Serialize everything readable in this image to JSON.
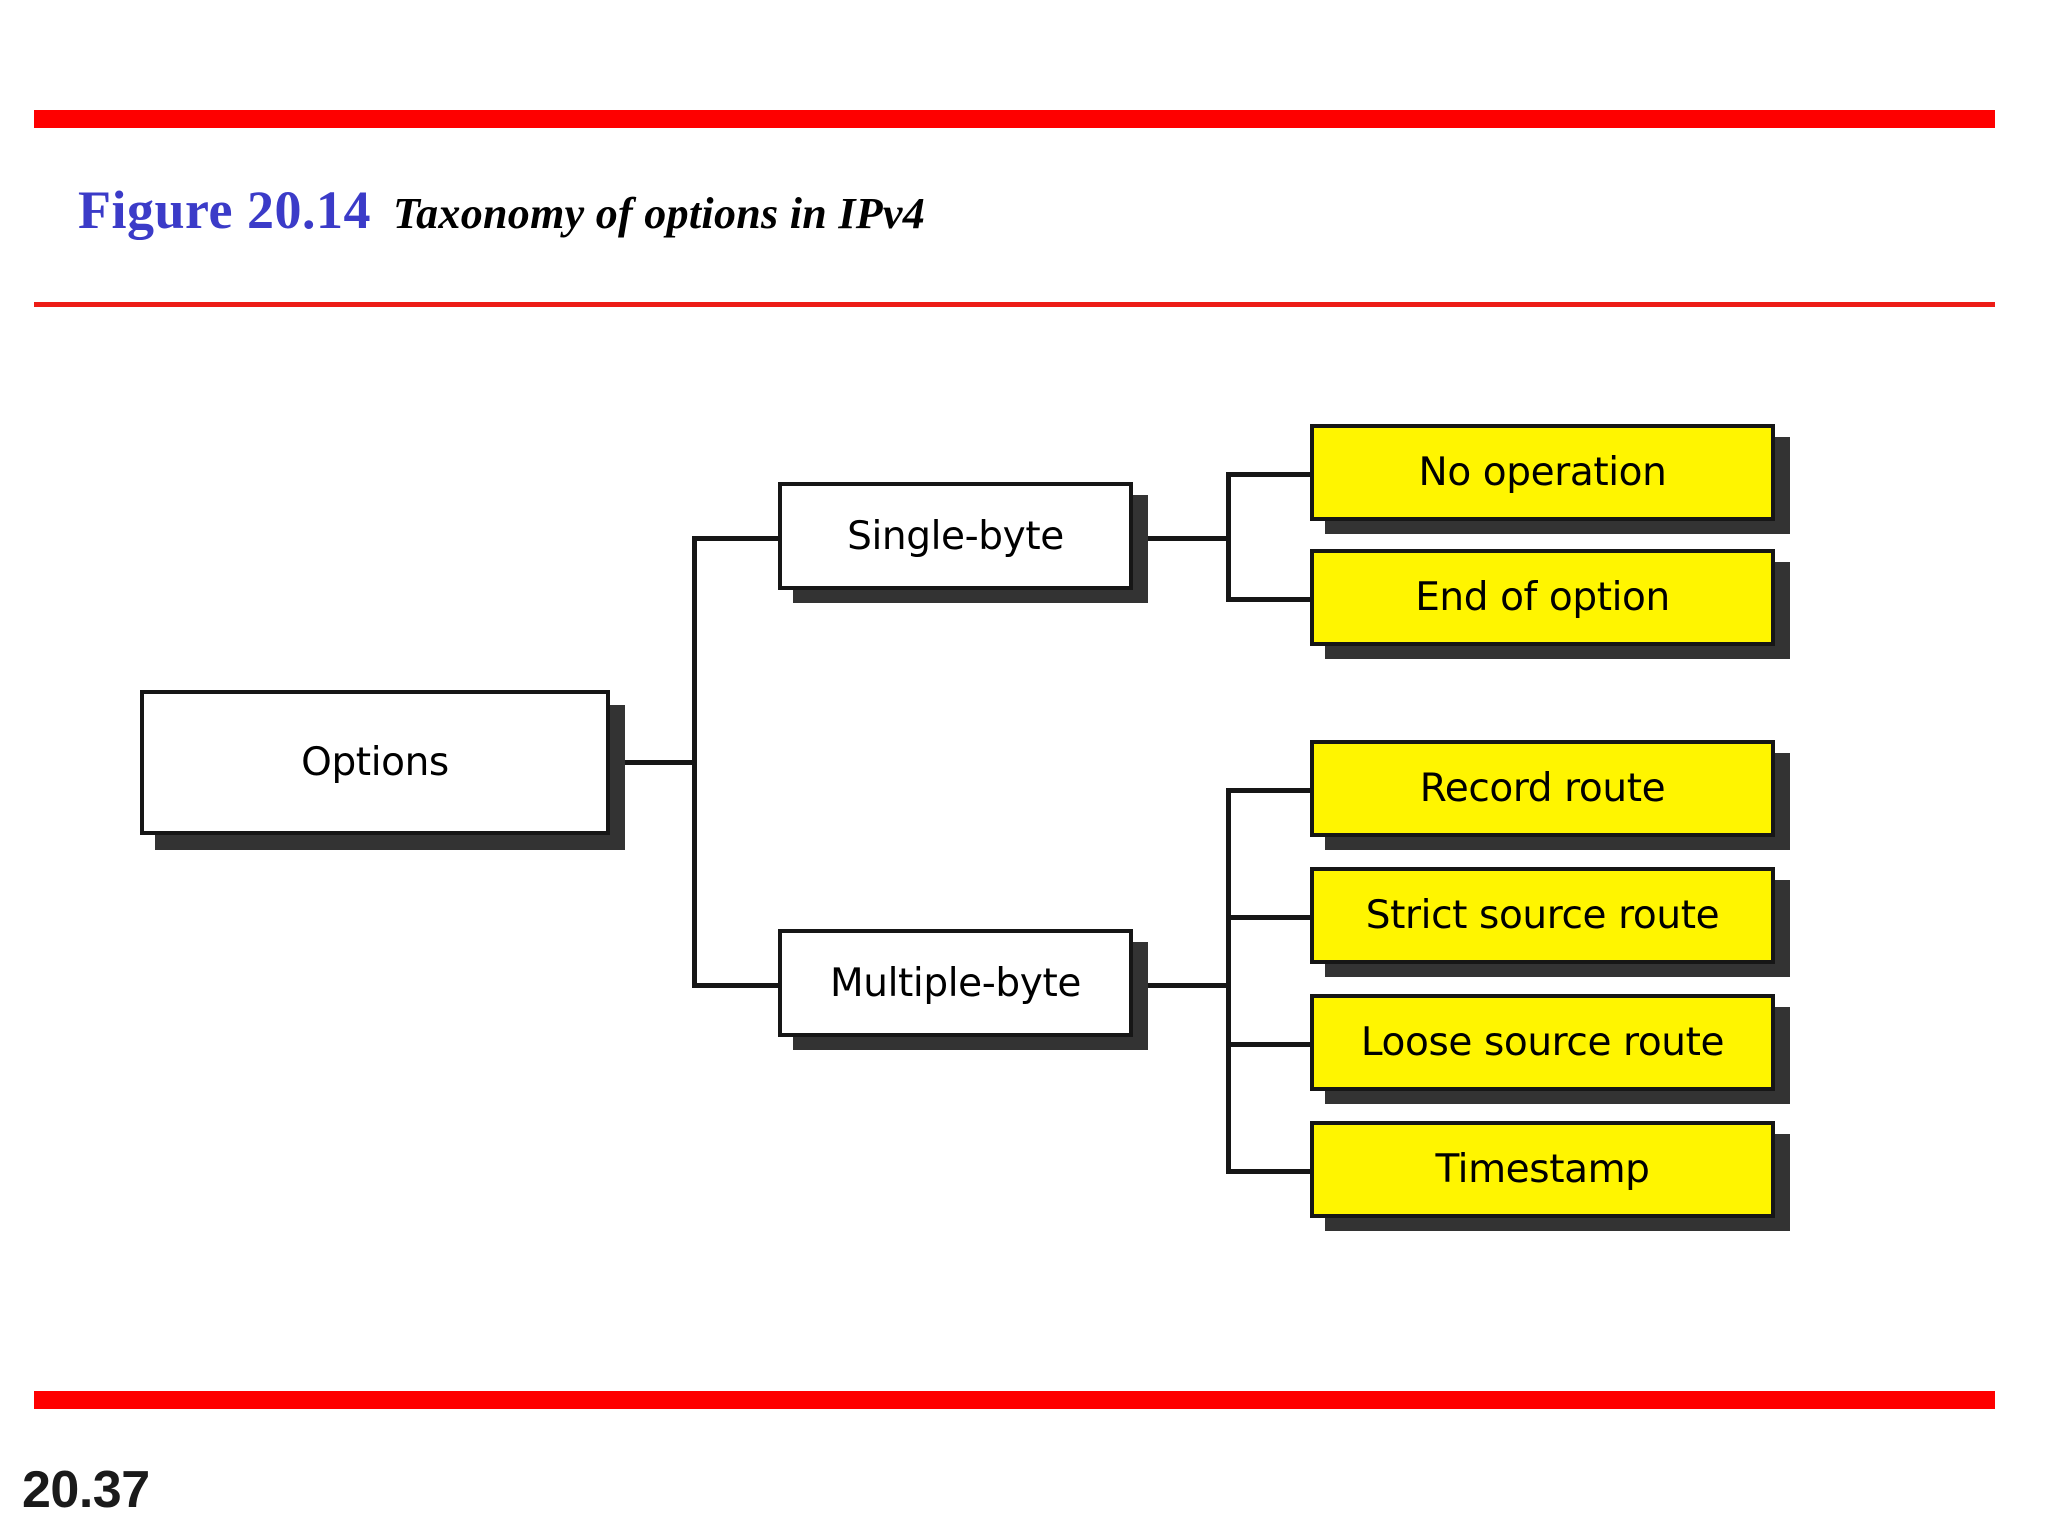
{
  "slide": {
    "figure_number": "Figure 20.14",
    "figure_caption": "Taxonomy of options in IPv4",
    "page_number": "20.37",
    "accent_color": "#FE0000",
    "figure_number_color": "#3B3BC8",
    "highlight_color": "#FFF500"
  },
  "diagram": {
    "type": "taxonomy-tree",
    "root": {
      "label": "Options",
      "style": "white"
    },
    "branches": [
      {
        "label": "Single-byte",
        "style": "white",
        "children": [
          {
            "label": "No operation",
            "style": "yellow"
          },
          {
            "label": "End of option",
            "style": "yellow"
          }
        ]
      },
      {
        "label": "Multiple-byte",
        "style": "white",
        "children": [
          {
            "label": "Record route",
            "style": "yellow"
          },
          {
            "label": "Strict source route",
            "style": "yellow"
          },
          {
            "label": "Loose source route",
            "style": "yellow"
          },
          {
            "label": "Timestamp",
            "style": "yellow"
          }
        ]
      }
    ]
  }
}
